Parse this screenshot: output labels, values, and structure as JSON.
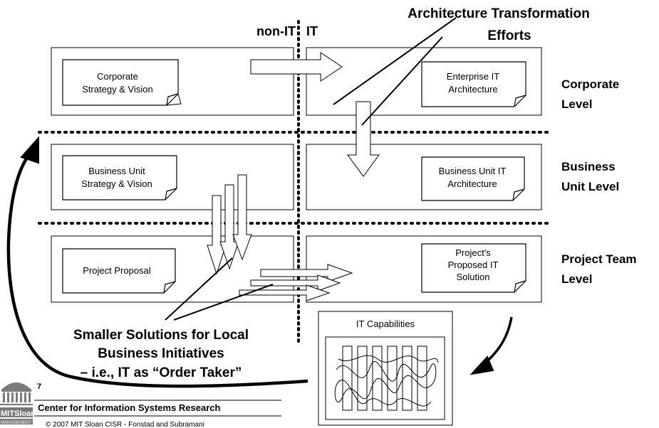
{
  "header": {
    "title_line1": "Architecture Transformation",
    "title_line2": "Efforts",
    "col_non_it": "non-IT",
    "col_it": "IT"
  },
  "boxes": {
    "corporate_strategy": [
      "Corporate",
      "Strategy & Vision"
    ],
    "enterprise_it": [
      "Enterprise IT",
      "Architecture"
    ],
    "bu_strategy": [
      "Business Unit",
      "Strategy & Vision"
    ],
    "bu_it": [
      "Business Unit IT",
      "Architecture"
    ],
    "project_proposal": [
      "Project Proposal"
    ],
    "project_it_solution": [
      "Project's",
      "Proposed IT",
      "Solution"
    ],
    "it_capabilities": [
      "IT Capabilities"
    ]
  },
  "levels": {
    "corporate": [
      "Corporate",
      "Level"
    ],
    "business_unit": [
      "Business",
      "Unit Level"
    ],
    "project_team": [
      "Project Team",
      "Level"
    ]
  },
  "callout": {
    "line1": "Smaller Solutions for Local",
    "line2": "Business Initiatives",
    "line3": "– i.e., IT as “Order Taker”"
  },
  "footer": {
    "page_number": "7",
    "logo_text": "MITSloan",
    "logo_sub": "MANAGEMENT",
    "center_name": "Center for Information Systems Research",
    "copyright": "© 2007 MIT Sloan CISR - Fonstad and Subramani"
  },
  "colors": {
    "ink": "#000000",
    "paper": "#ffffff",
    "logo_dark": "#7a7a7a"
  }
}
